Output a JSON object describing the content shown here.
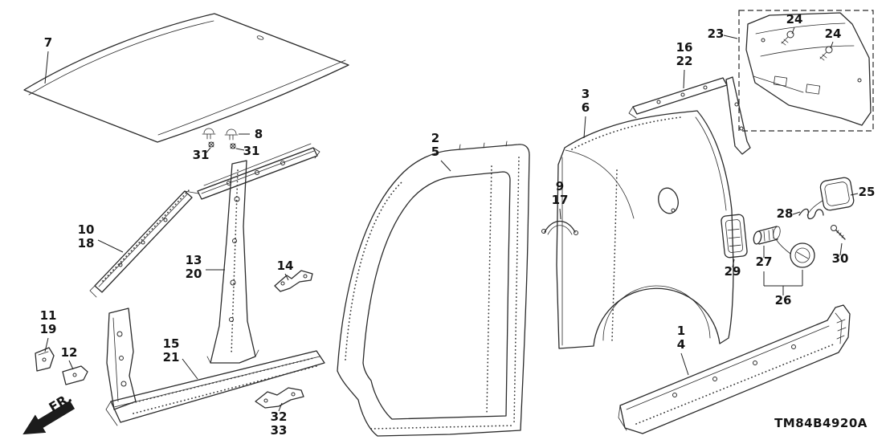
{
  "diagram": {
    "code": "TM84B4920A",
    "fr": "FR.",
    "callouts": {
      "c7": "7",
      "c8": "8",
      "c31a": "31",
      "c31b": "31",
      "c10": "10",
      "c18": "18",
      "c13": "13",
      "c20": "20",
      "c14": "14",
      "c11": "11",
      "c19": "19",
      "c12": "12",
      "c15": "15",
      "c21": "21",
      "c32": "32",
      "c33": "33",
      "c2": "2",
      "c5": "5",
      "c9": "9",
      "c17": "17",
      "c3": "3",
      "c6": "6",
      "c16": "16",
      "c22": "22",
      "c23": "23",
      "c24a": "24",
      "c24b": "24",
      "c25": "25",
      "c28": "28",
      "c29": "29",
      "c27": "27",
      "c26": "26",
      "c30": "30",
      "c1": "1",
      "c4": "4"
    }
  }
}
